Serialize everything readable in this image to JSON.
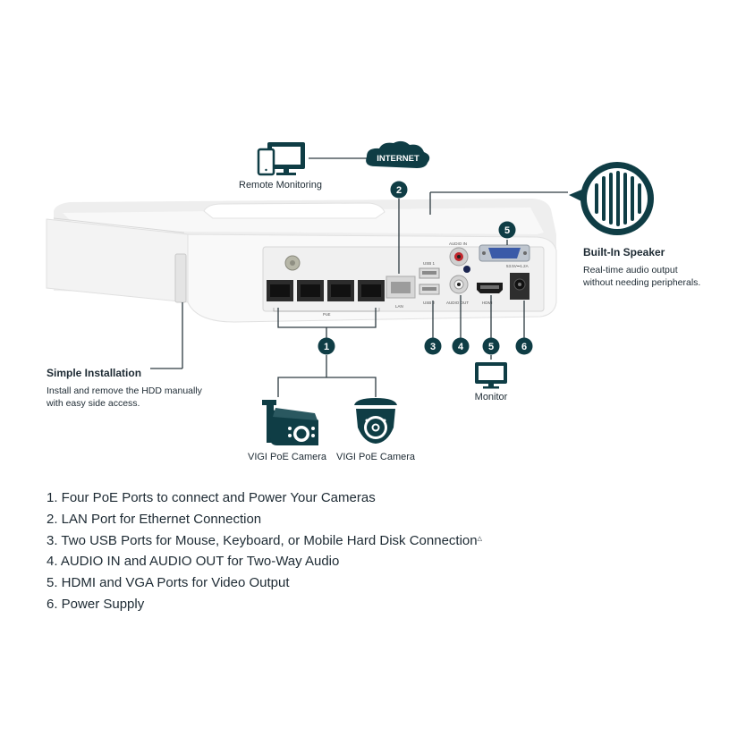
{
  "colors": {
    "teal": "#0f3d45",
    "line": "#2d3a40",
    "device": "#f5f5f5"
  },
  "internet_label": "INTERNET",
  "remote_monitoring": "Remote Monitoring",
  "speaker": {
    "title": "Built-In Speaker",
    "desc_line1": "Real-time audio output",
    "desc_line2": "without needing peripherals."
  },
  "installation": {
    "title": "Simple Installation",
    "desc_line1": "Install and remove the HDD manually",
    "desc_line2": "with easy side access."
  },
  "camera_labels": [
    "VIGI PoE Camera",
    "VIGI PoE Camera"
  ],
  "monitor_label": "Monitor",
  "callouts": [
    "1",
    "2",
    "3",
    "4",
    "5",
    "6"
  ],
  "device_text": {
    "poe": "PoE",
    "lan": "LAN",
    "usb1": "USB 1",
    "usb2": "USB 2",
    "audio_in": "AUDIO IN",
    "audio_out": "AUDIO OUT",
    "hdmi": "HDMI",
    "power_rating": "53.5V⎓1.2A"
  },
  "features": [
    "1. Four PoE Ports to connect and Power Your Cameras",
    "2. LAN Port for Ethernet Connection",
    "3. Two USB Ports for Mouse, Keyboard, or Mobile Hard Disk Connection",
    "4. AUDIO IN and AUDIO OUT for Two-Way Audio",
    "5. HDMI and VGA Ports for Video Output",
    "6. Power Supply"
  ],
  "feature_footnote_mark": "△"
}
